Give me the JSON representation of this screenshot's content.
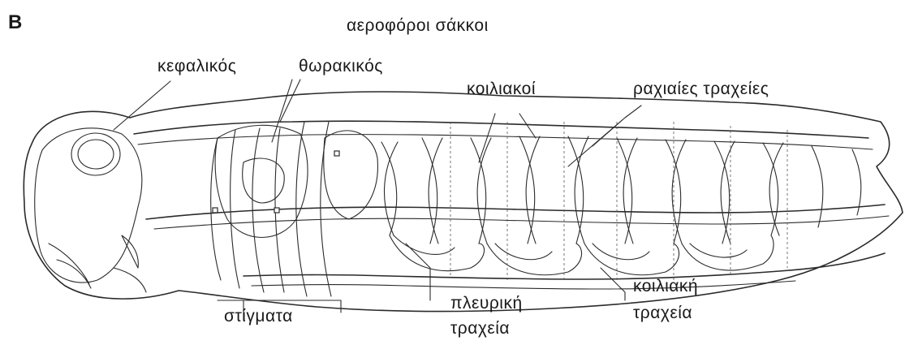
{
  "panel_letter": "B",
  "labels": {
    "air_sacs": "αεροφόροι σάκκοι",
    "cephalic": "κεφαλικός",
    "thoracic": "θωρακικός",
    "abdominal": "κοιλιακοί",
    "dorsal_tracheae": "ραχιαίες τραχείες",
    "spiracles": "στίγματα",
    "lateral_trachea_1": "πλευρική",
    "lateral_trachea_2": "τραχεία",
    "ventral_trachea_1": "κοιλιακή",
    "ventral_trachea_2": "τραχεία"
  }
}
